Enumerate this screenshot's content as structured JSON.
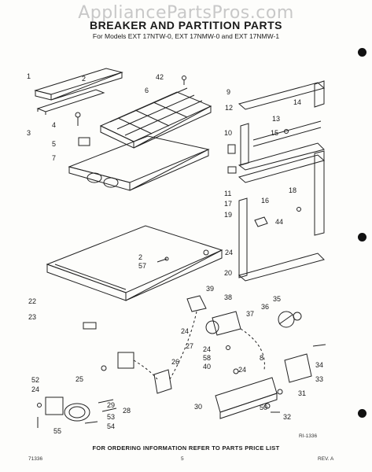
{
  "watermark": "AppliancePartsPros.com",
  "header": {
    "title": "BREAKER AND PARTITION PARTS",
    "subtitle": "For Models EXT 17NTW-0, EXT 17NMW-0 and EXT 17NMW-1"
  },
  "callouts": [
    "1",
    "2",
    "3",
    "4",
    "5",
    "6",
    "7",
    "42",
    "9",
    "12",
    "14",
    "10",
    "13",
    "15",
    "11",
    "17",
    "16",
    "18",
    "19",
    "44",
    "2",
    "57",
    "24",
    "20",
    "22",
    "23",
    "39",
    "38",
    "36",
    "35",
    "37",
    "24",
    "27",
    "24",
    "58",
    "40",
    "26",
    "8",
    "24",
    "34",
    "25",
    "33",
    "31",
    "30",
    "50",
    "29",
    "28",
    "32",
    "53",
    "54",
    "52",
    "24",
    "55"
  ],
  "diagram_code": "RI-1336",
  "footer": {
    "note": "FOR ORDERING INFORMATION REFER TO PARTS PRICE LIST",
    "left_code": "71336",
    "page_number": "5",
    "rev": "REV. A"
  }
}
